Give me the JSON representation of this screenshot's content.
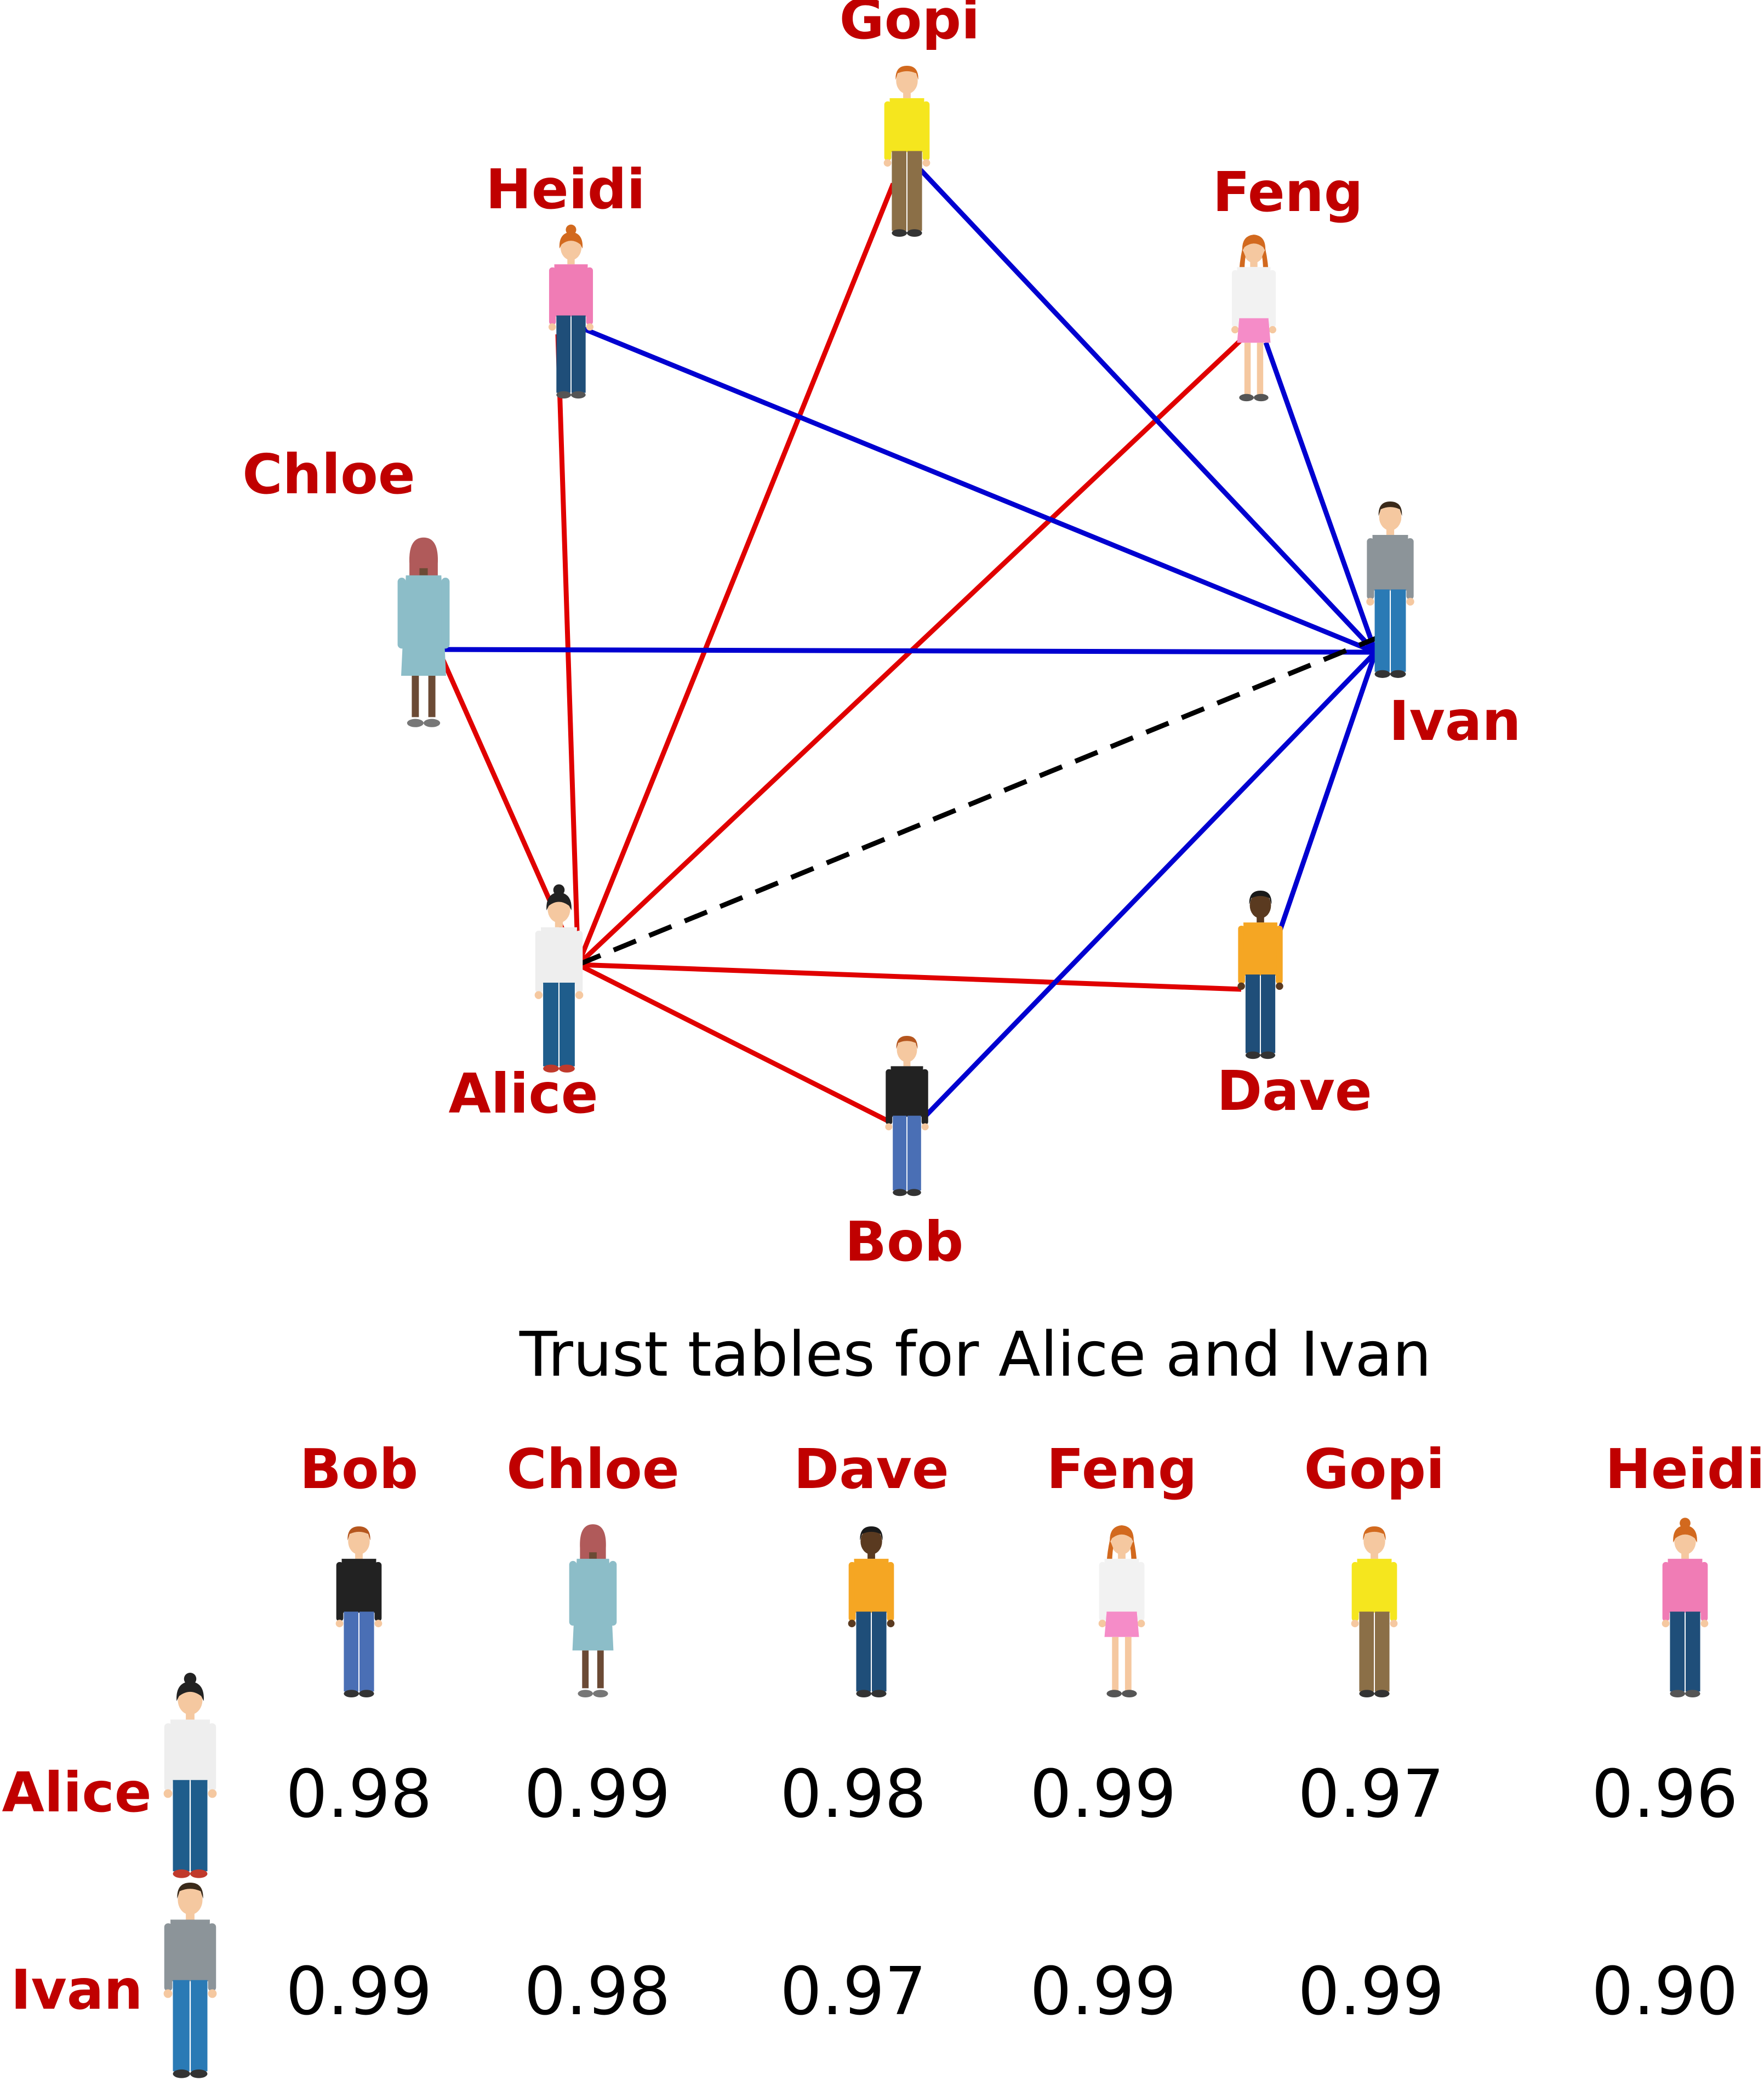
{
  "people": [
    {
      "id": "gopi",
      "name": "Gopi",
      "hair": "#d2691e",
      "skin": "#f5c8a0",
      "top": "#f5e61e",
      "bottom": "#8b6f47",
      "shoes": "#333333",
      "style": "male"
    },
    {
      "id": "heidi",
      "name": "Heidi",
      "hair": "#d2691e",
      "skin": "#f5c8a0",
      "top": "#f07cb5",
      "bottom": "#1f4e79",
      "shoes": "#555555",
      "style": "female"
    },
    {
      "id": "feng",
      "name": "Feng",
      "hair": "#d2691e",
      "skin": "#f5c8a0",
      "top": "#f2f2f2",
      "bottom": "#f58cc8",
      "shoes": "#555555",
      "style": "dress"
    },
    {
      "id": "chloe",
      "name": "Chloe",
      "hair": "#b05a5a",
      "skin": "#6b4a35",
      "top": "#8cbdc8",
      "bottom": "#8cbdc8",
      "shoes": "#777777",
      "style": "gown"
    },
    {
      "id": "ivan",
      "name": "Ivan",
      "hair": "#3a2a1a",
      "skin": "#f5c8a0",
      "top": "#8c9499",
      "bottom": "#2a7ab5",
      "shoes": "#333333",
      "style": "male"
    },
    {
      "id": "alice",
      "name": "Alice",
      "hair": "#222222",
      "skin": "#f5c8a0",
      "top": "#eeeeee",
      "bottom": "#1f5d8c",
      "shoes": "#c0392b",
      "style": "female"
    },
    {
      "id": "dave",
      "name": "Dave",
      "hair": "#1a1a1a",
      "skin": "#5a3a20",
      "top": "#f5a623",
      "bottom": "#1f4e79",
      "shoes": "#333333",
      "style": "male"
    },
    {
      "id": "bob",
      "name": "Bob",
      "hair": "#b5561e",
      "skin": "#f5c8a0",
      "top": "#222222",
      "bottom": "#4a6fb5",
      "shoes": "#333333",
      "style": "male"
    }
  ],
  "edges": [
    {
      "from": "alice",
      "to": "chloe",
      "color": "#e00000",
      "style": "solid"
    },
    {
      "from": "alice",
      "to": "heidi",
      "color": "#e00000",
      "style": "solid"
    },
    {
      "from": "alice",
      "to": "gopi",
      "color": "#e00000",
      "style": "solid"
    },
    {
      "from": "alice",
      "to": "feng",
      "color": "#e00000",
      "style": "solid"
    },
    {
      "from": "alice",
      "to": "dave",
      "color": "#e00000",
      "style": "solid"
    },
    {
      "from": "alice",
      "to": "bob",
      "color": "#e00000",
      "style": "solid"
    },
    {
      "from": "ivan",
      "to": "chloe",
      "color": "#0000d0",
      "style": "solid"
    },
    {
      "from": "ivan",
      "to": "heidi",
      "color": "#0000d0",
      "style": "solid"
    },
    {
      "from": "ivan",
      "to": "gopi",
      "color": "#0000d0",
      "style": "solid"
    },
    {
      "from": "ivan",
      "to": "feng",
      "color": "#0000d0",
      "style": "solid"
    },
    {
      "from": "ivan",
      "to": "dave",
      "color": "#0000d0",
      "style": "solid"
    },
    {
      "from": "ivan",
      "to": "bob",
      "color": "#0000d0",
      "style": "solid"
    },
    {
      "from": "alice",
      "to": "ivan",
      "color": "#000000",
      "style": "dashed"
    }
  ],
  "table": {
    "title": "Trust tables for Alice and Ivan",
    "columns": [
      "bob",
      "chloe",
      "dave",
      "feng",
      "gopi",
      "heidi"
    ],
    "rows": [
      {
        "person": "alice",
        "values": [
          "0.98",
          "0.99",
          "0.98",
          "0.99",
          "0.97",
          "0.96"
        ]
      },
      {
        "person": "ivan",
        "values": [
          "0.99",
          "0.98",
          "0.97",
          "0.99",
          "0.99",
          "0.90"
        ]
      }
    ]
  }
}
